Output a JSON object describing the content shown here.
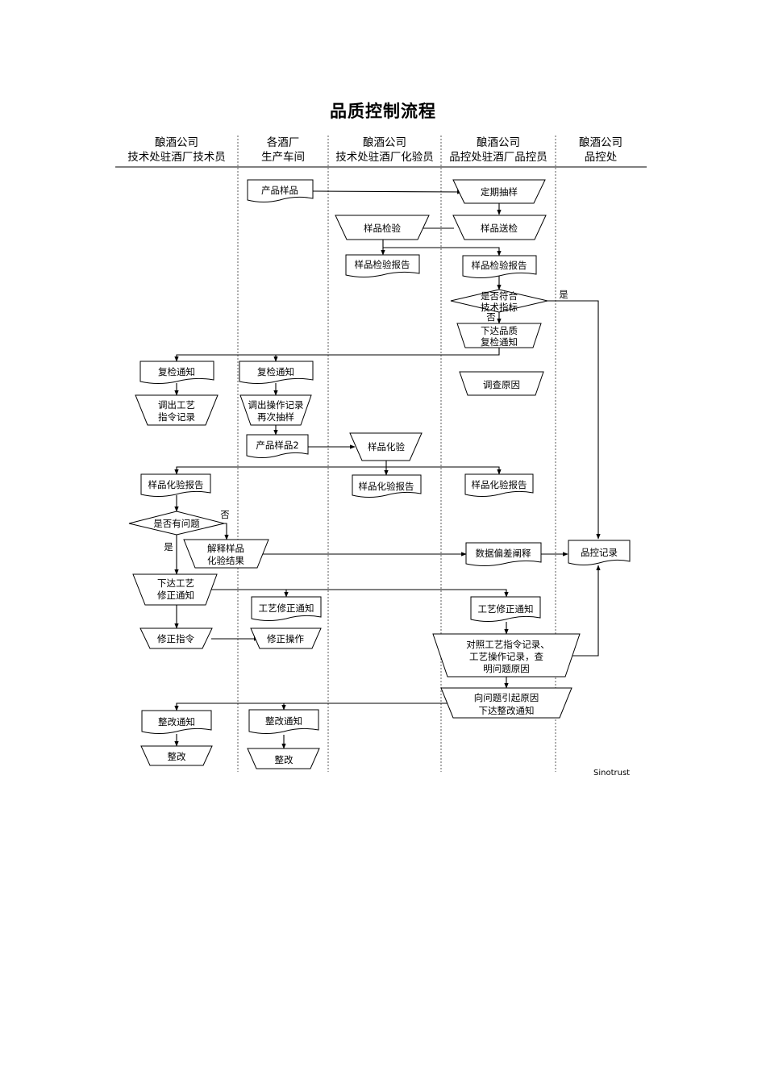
{
  "title": "品质控制流程",
  "lanes": [
    {
      "line1": "酿酒公司",
      "line2": "技术处驻酒厂技术员"
    },
    {
      "line1": "各酒厂",
      "line2": "生产车间"
    },
    {
      "line1": "酿酒公司",
      "line2": "技术处驻酒厂化验员"
    },
    {
      "line1": "酿酒公司",
      "line2": "品控处驻酒厂品控员"
    },
    {
      "line1": "酿酒公司",
      "line2": "品控处"
    }
  ],
  "nodes": {
    "product_sample": "产品样品",
    "periodic_sampling": "定期抽样",
    "sample_inspection": "样品检验",
    "sample_send": "样品送检",
    "inspection_report_a": "样品检验报告",
    "inspection_report_b": "样品检验报告",
    "meets_standard_1": "是否符合",
    "meets_standard_2": "技术指标",
    "recheck_issue_1": "下达品质",
    "recheck_issue_2": "复检通知",
    "recheck_notice_a": "复检通知",
    "recheck_notice_b": "复检通知",
    "investigate_cause": "调查原因",
    "retrieve_process_1": "调出工艺",
    "retrieve_process_2": "指令记录",
    "retrieve_ops_1": "调出操作记录",
    "retrieve_ops_2": "再次抽样",
    "product_sample_2": "产品样品2",
    "sample_assay": "样品化验",
    "assay_report_a": "样品化验报告",
    "assay_report_b": "样品化验报告",
    "assay_report_c": "样品化验报告",
    "has_problem": "是否有问题",
    "explain_result_1": "解释样品",
    "explain_result_2": "化验结果",
    "data_deviation": "数据偏差阐释",
    "qc_record": "品控记录",
    "issue_correction_1": "下达工艺",
    "issue_correction_2": "修正通知",
    "process_correction_a": "工艺修正通知",
    "process_correction_b": "工艺修正通知",
    "correction_order": "修正指令",
    "correction_operation": "修正操作",
    "compare_1": "对照工艺指令记录、",
    "compare_2": "工艺操作记录，查",
    "compare_3": "明问题原因",
    "rectify_issue_1": "向问题引起原因",
    "rectify_issue_2": "下达整改通知",
    "rectify_notice_a": "整改通知",
    "rectify_notice_b": "整改通知",
    "rectify_a": "整改",
    "rectify_b": "整改"
  },
  "labels": {
    "yes_1": "是",
    "no_1": "否",
    "no_2": "否",
    "yes_2": "是"
  },
  "footer": "Sinotrust"
}
